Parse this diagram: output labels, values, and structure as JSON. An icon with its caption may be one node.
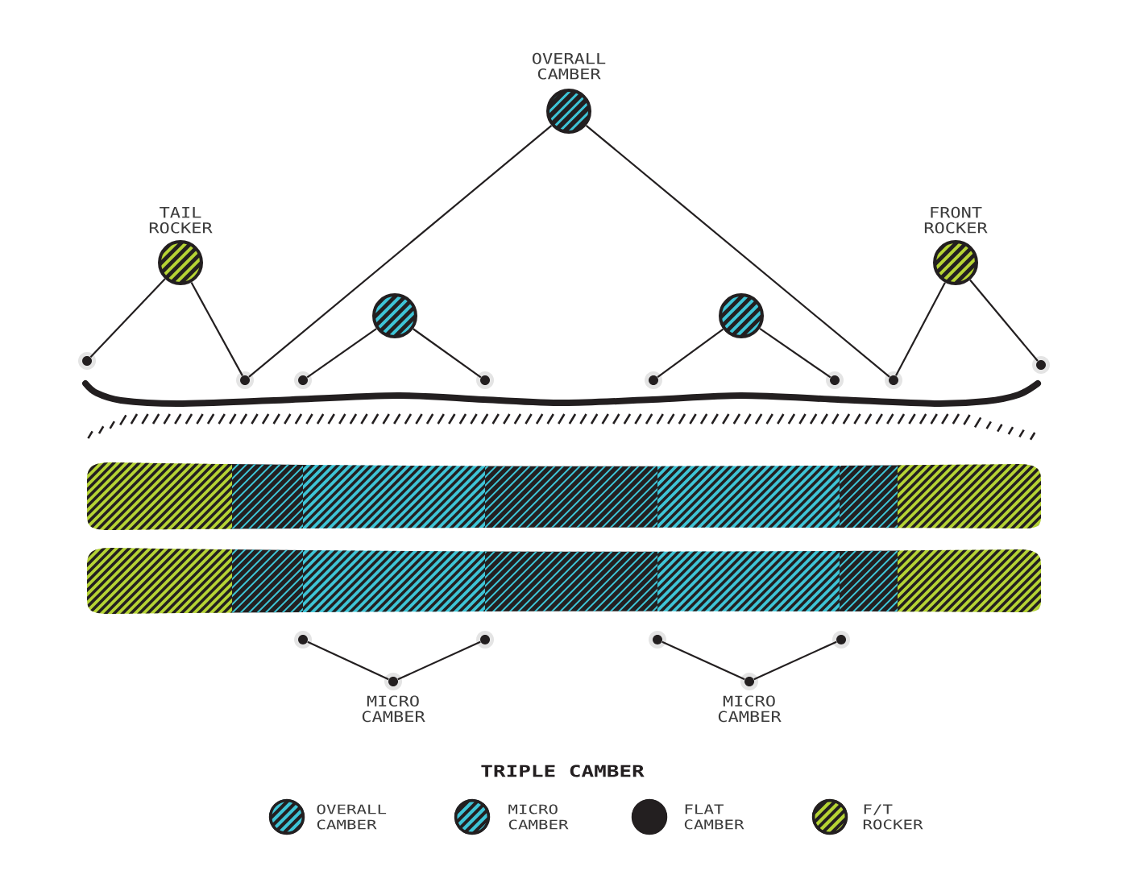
{
  "diagram": {
    "title": "TRIPLE CAMBER",
    "nodes": [
      {
        "text": [
          "OVERALL CAMBER"
        ]
      },
      {
        "text": [
          "TAIL ROCKER"
        ]
      },
      {
        "text": [
          "FRONT ROCKER"
        ]
      },
      {
        "text": [],
        "shape": "circle"
      },
      {
        "text": [],
        "shape": "circle"
      },
      {
        "text": [],
        "shape": "dot"
      },
      {
        "text": [],
        "shape": "dot"
      },
      {
        "text": [],
        "shape": "dot"
      },
      {
        "text": [],
        "shape": "dot"
      },
      {
        "text": [],
        "shape": "dot"
      },
      {
        "text": [],
        "shape": "dot"
      },
      {
        "text": [],
        "shape": "dot"
      },
      {
        "text": [],
        "shape": "dot"
      },
      {
        "text": [],
        "shape": "dot"
      },
      {
        "text": [],
        "shape": "dot"
      },
      {
        "text": [],
        "shape": "dot"
      },
      {
        "text": [],
        "shape": "dot"
      },
      {
        "text": [
          "MICRO CAMBER"
        ]
      },
      {
        "text": [
          "MICRO CAMBER"
        ]
      }
    ],
    "edges": [
      {
        "from": 1,
        "to": 5,
        "arrow": "none"
      },
      {
        "from": 1,
        "to": 7,
        "arrow": "none"
      },
      {
        "from": 0,
        "to": 7,
        "arrow": "none"
      },
      {
        "from": 0,
        "to": 12,
        "arrow": "none"
      },
      {
        "from": 3,
        "to": 8,
        "arrow": "none"
      },
      {
        "from": 3,
        "to": 9,
        "arrow": "none"
      },
      {
        "from": 4,
        "to": 10,
        "arrow": "none"
      },
      {
        "from": 4,
        "to": 11,
        "arrow": "none"
      },
      {
        "from": 2,
        "to": 12,
        "arrow": "none"
      },
      {
        "from": 2,
        "to": 6,
        "arrow": "none"
      },
      {
        "from": 17,
        "to": 13,
        "arrow": "none"
      },
      {
        "from": 17,
        "to": 14,
        "arrow": "none"
      },
      {
        "from": 18,
        "to": 15,
        "arrow": "none"
      },
      {
        "from": 18,
        "to": 16,
        "arrow": "none"
      }
    ],
    "legend": [
      {
        "text": "OVERALL CAMBER",
        "color": "#231f20"
      },
      {
        "text": "MICRO CAMBER",
        "color": "#3ec4d6"
      },
      {
        "text": "FLAT CAMBER",
        "color": "#231f20"
      },
      {
        "text": "F/T ROCKER",
        "color": "#b5d334"
      }
    ]
  }
}
